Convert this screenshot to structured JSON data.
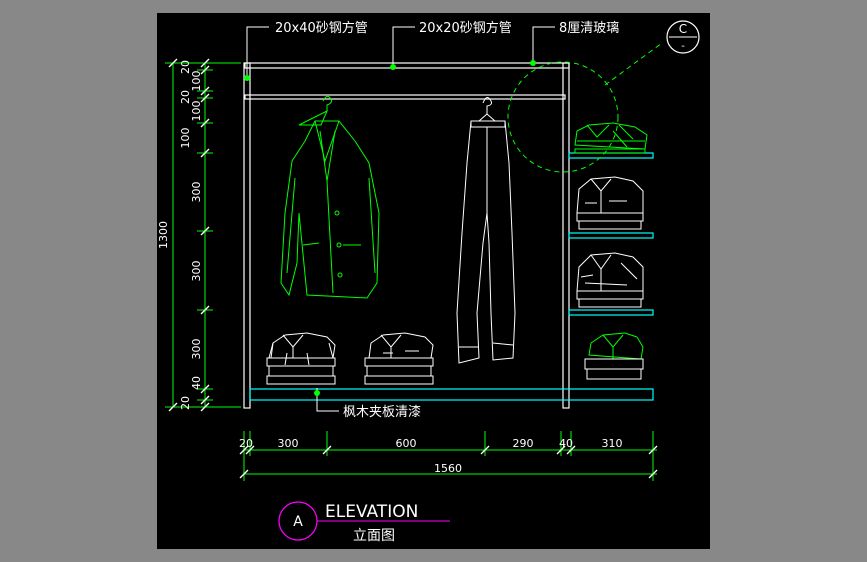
{
  "colors": {
    "frame": "#ffffff",
    "leader": "#ffffff",
    "dimension": "#00ff00",
    "dim_text": "#ffffff",
    "node": "#00ff00",
    "shelf": "#00ffff",
    "clothing": "#00ff00",
    "folded": "#ffffff",
    "detail_circle": "#00ff00",
    "title_circle": "#ff00ff",
    "canvas": "#000000",
    "background": "#888888"
  },
  "callouts": {
    "tube_40": "20x40砂钢方管",
    "tube_20": "20x20砂钢方管",
    "glass": "8厘清玻璃",
    "board": "枫木夹板清漆"
  },
  "detail": {
    "letter": "C",
    "sub": "-"
  },
  "title": {
    "letter": "A",
    "main": "ELEVATION",
    "sub": "立面图"
  },
  "dims": {
    "vertical_left": {
      "total": "1300",
      "segments": [
        "20",
        "100",
        "20",
        "100",
        "100",
        "300",
        "300",
        "300",
        "40",
        "20"
      ]
    },
    "horizontal": {
      "segments": [
        "20",
        "300",
        "600",
        "290",
        "40",
        "310"
      ],
      "total": "1560"
    }
  }
}
